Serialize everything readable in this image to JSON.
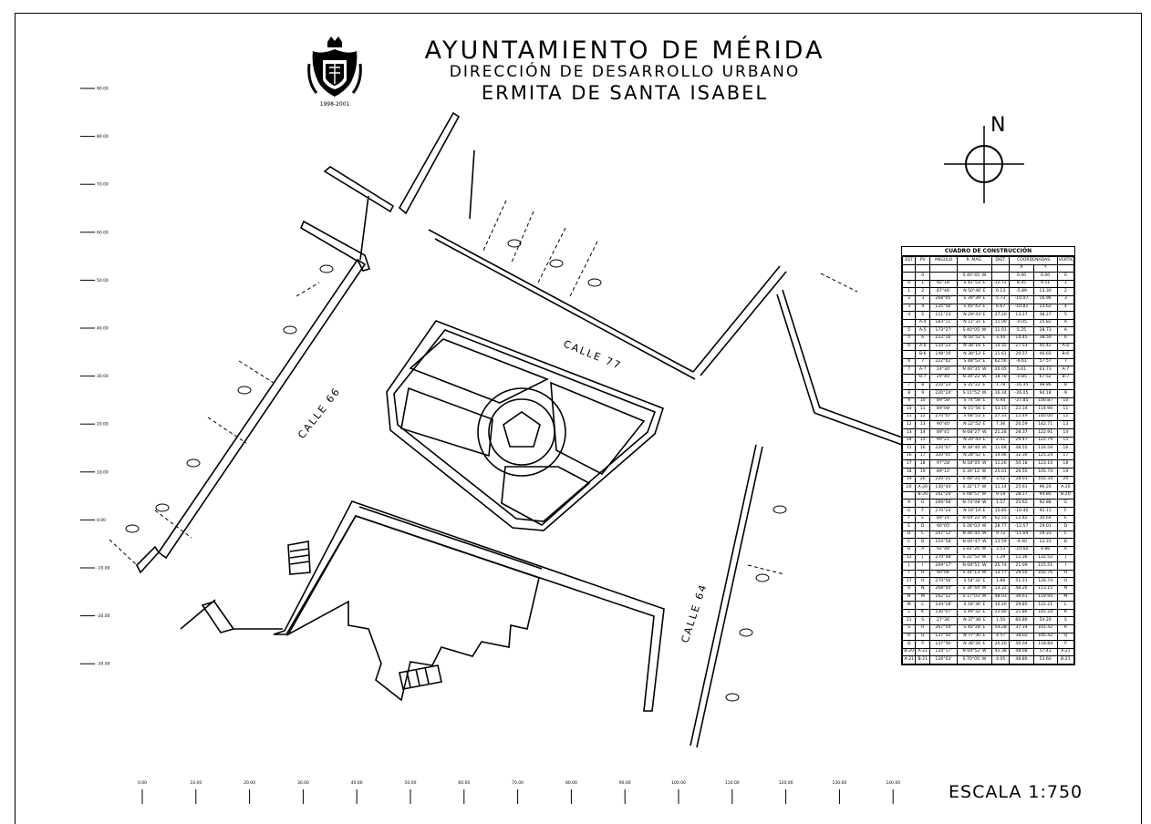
{
  "titles": {
    "line1": "AYUNTAMIENTO DE MÉRIDA",
    "line2": "DIRECCIÓN DE DESARROLLO URBANO",
    "line3": "ERMITA DE SANTA ISABEL"
  },
  "emblem_years": "1998-2001",
  "north_label": "N",
  "scale_label": "ESCALA 1:750",
  "street_labels": {
    "calle77": "CALLE 77",
    "calle66": "CALLE 66",
    "calle64": "CALLE 64"
  },
  "y_axis_ticks": [
    "90.00",
    "80.00",
    "70.00",
    "60.00",
    "50.00",
    "40.00",
    "30.00",
    "20.00",
    "10.00",
    "0.00",
    "-10.00",
    "-20.00",
    "-30.00"
  ],
  "x_axis_ticks": [
    "0.00",
    "10.00",
    "20.00",
    "30.00",
    "40.00",
    "50.00",
    "60.00",
    "70.00",
    "80.00",
    "90.00",
    "100.00",
    "110.00",
    "120.00",
    "130.00",
    "140.00"
  ],
  "table": {
    "title": "CUADRO DE CONSTRUCCIÓN",
    "headers": [
      "EST",
      "PV",
      "ANGULO",
      "R. MAG.",
      "DIST.",
      "COORDENADAS",
      "",
      "VERTICE"
    ],
    "sub_headers": [
      "",
      "",
      "",
      "",
      "",
      "X",
      "Y",
      ""
    ],
    "rows": [
      [
        "",
        "0",
        "",
        "S 40°45' W",
        "",
        "0.00",
        "0.00",
        "0"
      ],
      [
        "0",
        "1",
        "92°18'",
        "S 42°53' E",
        "12.72",
        "8.45",
        "9.51",
        "1"
      ],
      [
        "1",
        "2",
        "87°46'",
        "N 50°46' E",
        "6.13",
        "-5.89",
        "13.30",
        "2"
      ],
      [
        "2",
        "3",
        "268°05'",
        "S 39°39' E",
        "5.73",
        "-10.07",
        "16.96",
        "3"
      ],
      [
        "3",
        "4",
        "135°58'",
        "S 40°43' E",
        "6.67",
        "-10.81",
        "23.62",
        "4"
      ],
      [
        "4",
        "5",
        "111°23'",
        "N 29°43' E",
        "27.20",
        "13.27",
        "38.27",
        "5"
      ],
      [
        "",
        "A-4",
        "183°11'",
        "N 11°31' E",
        "11.00",
        "-0.05",
        "25.82",
        "A"
      ],
      [
        "5",
        "A-5",
        "173°27'",
        "S 40°05' W",
        "11.01",
        "5.25",
        "28.73",
        "A"
      ],
      [
        "5",
        "6",
        "222°16'",
        "N 50°52' E",
        "3.44",
        "14.45",
        "38.50",
        "6"
      ],
      [
        "6",
        "A-6",
        "134°23'",
        "N 38°16' E",
        "14.35",
        "27.53",
        "45.42",
        "A-6"
      ],
      [
        "",
        "B-6",
        "148°16'",
        "N 38°12' E",
        "11.61",
        "20.57",
        "46.65",
        "B-6"
      ],
      [
        "6",
        "7",
        "222°02'",
        "S 48°53' E",
        "62.56",
        "-6.61",
        "57.57",
        "7"
      ],
      [
        "7",
        "A-7",
        "24°30'",
        "N 40°35' W",
        "20.05",
        "5.61",
        "63.73",
        "A-7"
      ],
      [
        "",
        "B-7",
        "29°40'",
        "N 30°22' W",
        "18.78",
        "-0.85",
        "67.52",
        "B-7"
      ],
      [
        "7",
        "8",
        "210°13'",
        "S 35°22' E",
        "1.78",
        "-16.35",
        "98.86",
        "8"
      ],
      [
        "8",
        "9",
        "220°24'",
        "S 11°52' W",
        "16.34",
        "-26.05",
        "94.18",
        "9"
      ],
      [
        "9",
        "10",
        "89°58'",
        "S 74°58' E",
        "6.94",
        "-27.85",
        "100.87",
        "10"
      ],
      [
        "10",
        "11",
        "89°08'",
        "N 15°56' E",
        "53.15",
        "22.34",
        "114.90",
        "11"
      ],
      [
        "11",
        "12",
        "270°07'",
        "S 68°53' E",
        "27.33",
        "12.49",
        "140.00",
        "12"
      ],
      [
        "12",
        "13",
        "90°40'",
        "N 22°52' E",
        "7.36",
        "20.59",
        "142.71",
        "13"
      ],
      [
        "13",
        "14",
        "89°41'",
        "N 68°27' W",
        "21.28",
        "28.37",
        "122.91",
        "14"
      ],
      [
        "14",
        "15",
        "90°21'",
        "N 20°43' E",
        "2.51",
        "29.47",
        "122.79",
        "15"
      ],
      [
        "15",
        "16",
        "220°07'",
        "N 38°40' W",
        "11.68",
        "48.55",
        "116.59",
        "16"
      ],
      [
        "16",
        "17",
        "320°05'",
        "N 28°52' E",
        "14.06",
        "32.30",
        "125.24",
        "17"
      ],
      [
        "17",
        "18",
        "97°28'",
        "N 58°05' W",
        "11.26",
        "50.18",
        "123.10",
        "18"
      ],
      [
        "18",
        "19",
        "89°12'",
        "S 39°12' W",
        "25.01",
        "26.55",
        "105.74",
        "19"
      ],
      [
        "19",
        "20",
        "220°21'",
        "S 48°33' W",
        "3.52",
        "28.03",
        "102.34",
        "20"
      ],
      [
        "20",
        "A-20",
        "130°44'",
        "S 32°17' W",
        "11.14",
        "25.61",
        "96.20",
        "A-20"
      ],
      [
        "",
        "B-20",
        "161°24'",
        "S 08°57' W",
        "9.19",
        "28.17",
        "94.80",
        "B-20"
      ],
      [
        "9",
        "G",
        "269°58'",
        "N 74°08' W",
        "1.57",
        "25.62",
        "92.88",
        "G"
      ],
      [
        "G",
        "F",
        "270°23'",
        "N 16°14' E",
        "15.85",
        "-10.40",
        "92.11",
        "F"
      ],
      [
        "F",
        "E",
        "89°14'",
        "N 69°22' W",
        "62.55",
        "12.82",
        "30.64",
        "E"
      ],
      [
        "E",
        "D",
        "90°05'",
        "S 28°03' W",
        "28.77",
        "-12.57",
        "29.01",
        "D"
      ],
      [
        "D",
        "C",
        "247°12'",
        "N 46°45' W",
        "9.72",
        "-11.69",
        "19.33",
        "C"
      ],
      [
        "C",
        "B",
        "210°58'",
        "N 00°47' W",
        "13.59",
        "-9.40",
        "12.31",
        "B"
      ],
      [
        "B",
        "A",
        "92°48'",
        "S 81°26' W",
        "3.53",
        "-10.60",
        "9.86",
        "A"
      ],
      [
        "12",
        "J",
        "270°48'",
        "S 22°52' W",
        "1.29",
        "12.36",
        "132.52",
        "J"
      ],
      [
        "J",
        "I",
        "269°17'",
        "N 68°51' W",
        "25.74",
        "21.09",
        "115.51",
        "I"
      ],
      [
        "I",
        "H",
        "90°06'",
        "S 16°13' W",
        "13.77",
        "29.50",
        "102.76",
        "H"
      ],
      [
        "17",
        "O",
        "270°56'",
        "S 54°32' E",
        "1.86",
        "51.21",
        "126.74",
        "O"
      ],
      [
        "O",
        "N",
        "268°44'",
        "S 34°44' W",
        "13.32",
        "48.26",
        "113.15",
        "N"
      ],
      [
        "N",
        "M",
        "162°22'",
        "S 17°03' W",
        "48.03",
        "39.61",
        "119.95",
        "M"
      ],
      [
        "M",
        "L",
        "144°18'",
        "S 18°36' E",
        "10.20",
        "29.85",
        "122.21",
        "L"
      ],
      [
        "L",
        "K",
        "130°07'",
        "S 49°32' E",
        "22.80",
        "21.86",
        "145.24",
        "K"
      ],
      [
        "21",
        "S",
        "27°36'",
        "N 37°38' E",
        "1.50",
        "60.80",
        "54.20",
        "S"
      ],
      [
        "S",
        "R",
        "267°54'",
        "S 40°28' E",
        "54.28",
        "37.14",
        "101.42",
        "R"
      ],
      [
        "R",
        "Q",
        "137°50'",
        "N 77°36' E",
        "4.57",
        "38.02",
        "105.42",
        "Q"
      ],
      [
        "Q",
        "P",
        "137°56'",
        "N 38°26' E",
        "20.20",
        "56.04",
        "118.84",
        "P"
      ],
      [
        "B-20",
        "A-21",
        "134°17'",
        "N 69°52' W",
        "45.38",
        "48.08",
        "57.41",
        "A-21"
      ],
      [
        "A-21",
        "B-21",
        "126°03'",
        "S 70°05' W",
        "4.05",
        "48.80",
        "53.60",
        "B-21"
      ]
    ]
  }
}
